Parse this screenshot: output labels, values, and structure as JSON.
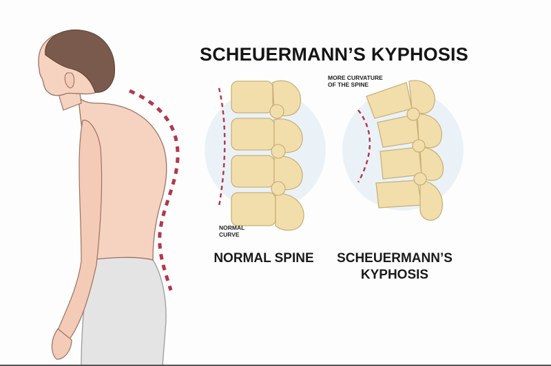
{
  "title": "SCHEUERMANN’S KYPHOSIS",
  "labels": {
    "normal_curve": [
      "NORMAL",
      "CURVE"
    ],
    "more_curvature": [
      "MORE CURVATURE",
      "OF THE SPINE"
    ]
  },
  "captions": {
    "normal_spine": "NORMAL SPINE",
    "kyphosis": [
      "SCHEUERMANN’S",
      "KYPHOSIS"
    ]
  },
  "colors": {
    "skin": "#f6d3c1",
    "skin_outline": "#9a7060",
    "hair": "#7a5a4c",
    "shorts": "#e4e4e4",
    "bone": "#f2deaa",
    "bone_outline": "#c9b07a",
    "curve_dash": "#b3384a",
    "halo": "#eaf2f8"
  },
  "icons": [
    "person-side-view",
    "spine-curve-dashes",
    "vertebrae-normal",
    "vertebrae-kyphotic"
  ]
}
